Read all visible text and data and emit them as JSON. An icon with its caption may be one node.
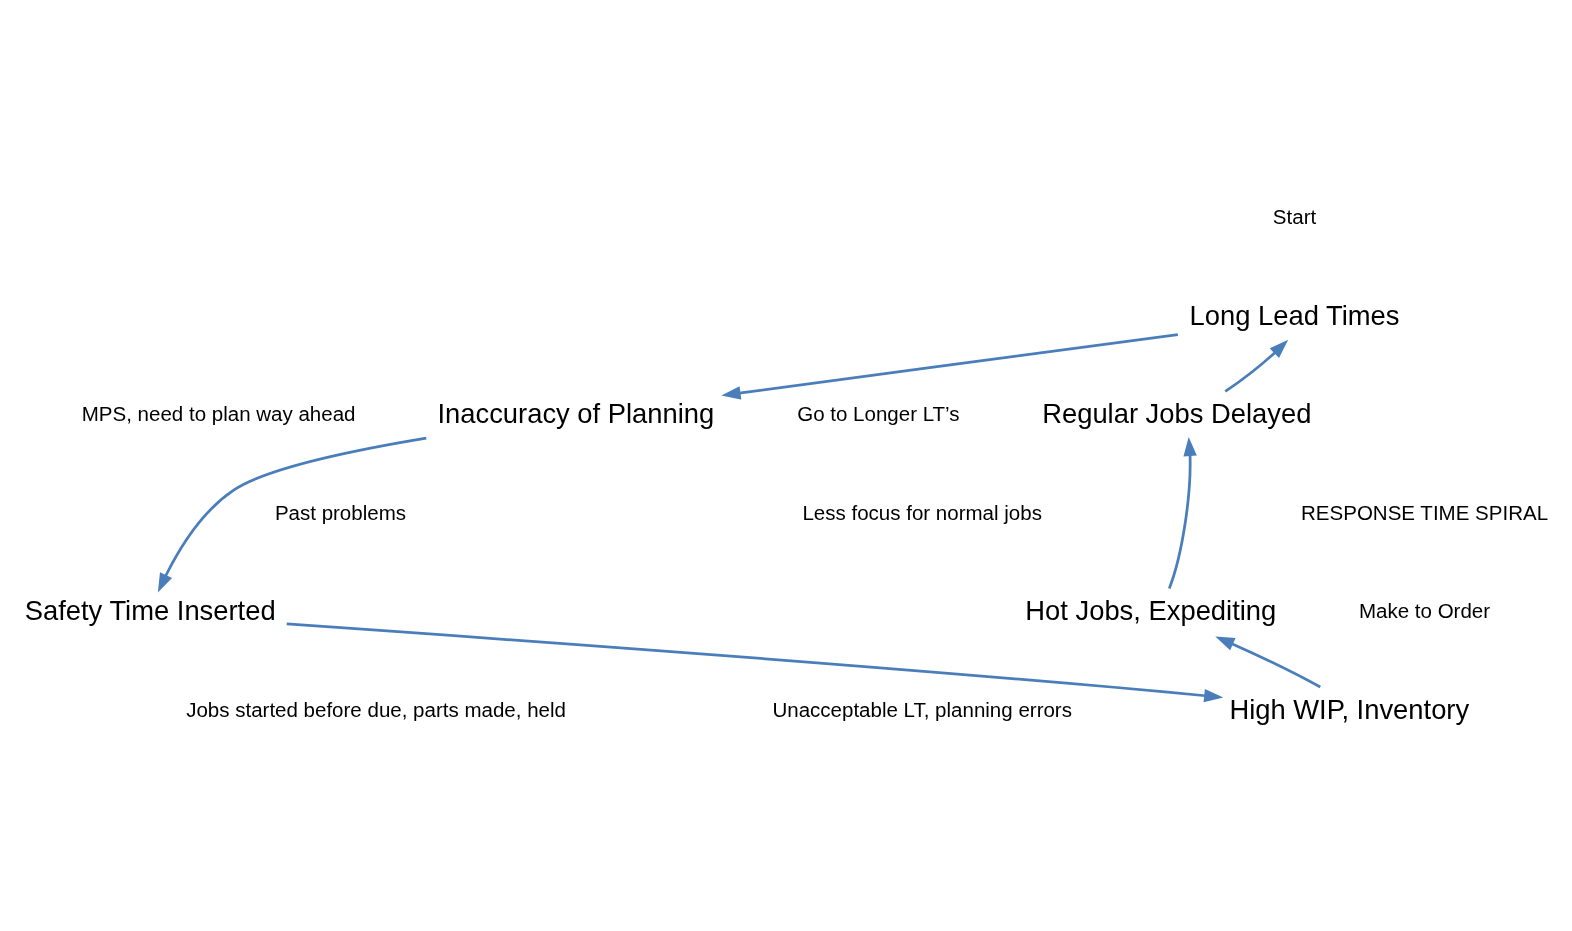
{
  "diagram": {
    "nodes": [
      {
        "text": [
          "Long Lead Times"
        ],
        "beside": [
          "Start"
        ]
      },
      {
        "text": [
          "Inaccuracy of Planning"
        ]
      },
      {
        "text": [
          "Safety Time Inserted"
        ]
      },
      {
        "text": [
          "High WIP, Inventory"
        ]
      },
      {
        "text": [
          "Hot Jobs, Expediting"
        ]
      },
      {
        "text": [
          "Regular Jobs Delayed"
        ]
      }
    ],
    "edges": [
      {
        "from": 0,
        "to": 1,
        "arrow": "to"
      },
      {
        "from": 1,
        "to": 2,
        "arrow": "to"
      },
      {
        "from": 2,
        "to": 3,
        "arrow": "to"
      },
      {
        "from": 3,
        "to": 4,
        "arrow": "to"
      },
      {
        "from": 4,
        "to": 5,
        "arrow": "to"
      },
      {
        "from": 5,
        "to": 0,
        "arrow": "to"
      }
    ],
    "labels": [
      "Go to Longer LT’s",
      "MPS, need to plan way ahead",
      "Less focus for normal jobs",
      "RESPONSE TIME SPIRAL",
      "Make to Order",
      "Past problems",
      "Unacceptable LT, planning errors",
      "Jobs started before due, parts made, held"
    ]
  }
}
